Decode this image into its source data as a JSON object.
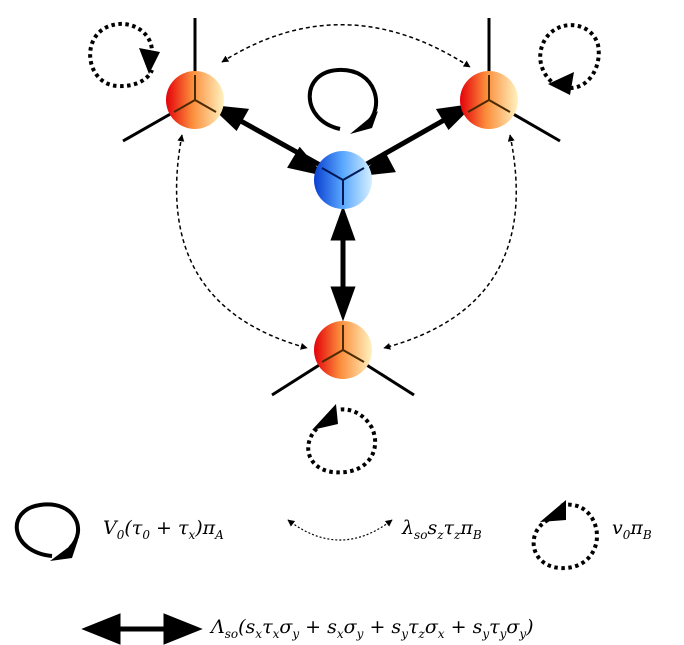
{
  "diagram": {
    "colors": {
      "red_gradient_start": "#e4000b",
      "red_gradient_end": "#fff2c0",
      "blue_gradient_start": "#0a3fd0",
      "blue_gradient_end": "#d6efff",
      "stroke": "#000000"
    },
    "nodes": [
      {
        "id": "center",
        "kind": "blue"
      },
      {
        "id": "top-left",
        "kind": "red"
      },
      {
        "id": "top-right",
        "kind": "red"
      },
      {
        "id": "bottom",
        "kind": "red"
      }
    ],
    "legend": {
      "V0_term": "V0(τ0 + τx)πA",
      "lambda_term": "λso sz τz πB",
      "v0_term": "v0 πB",
      "Lambda_term": "Λso(sx τx σy + sx σy + sy τz σx + sy τy σy)"
    }
  }
}
